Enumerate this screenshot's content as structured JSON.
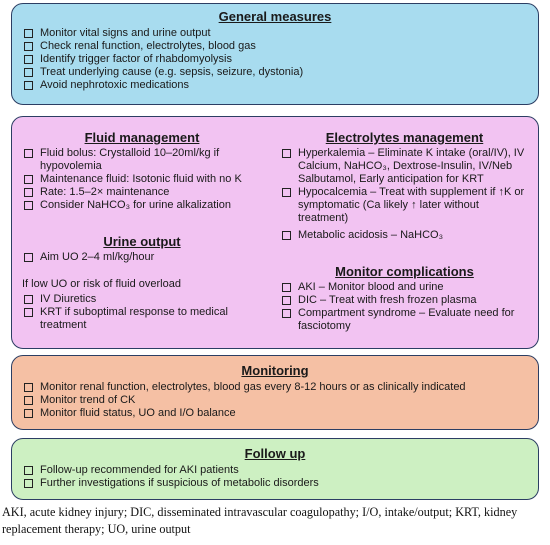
{
  "general": {
    "title": "General measures",
    "items": [
      "Monitor vital signs and urine output",
      "Check renal function, electrolytes, blood gas",
      "Identify trigger factor of rhabdomyolysis",
      "Treat underlying cause (e.g. sepsis, seizure, dystonia)",
      "Avoid nephrotoxic medications"
    ]
  },
  "fluid": {
    "title": "Fluid management",
    "items": [
      "Fluid bolus: Crystalloid 10–20ml/kg if hypovolemia",
      "Maintenance fluid: Isotonic fluid with no K",
      "Rate: 1.5–2× maintenance",
      "Consider NaHCO₃ for urine alkalization"
    ]
  },
  "urine": {
    "title": "Urine output",
    "items": [
      "Aim UO 2–4 ml/kg/hour"
    ],
    "note": "If low UO or risk of fluid overload",
    "items2": [
      "IV Diuretics",
      "KRT if suboptimal response to medical treatment"
    ]
  },
  "electrolytes": {
    "title": "Electrolytes management",
    "items": [
      "Hyperkalemia – Eliminate K intake (oral/IV), IV Calcium, NaHCO₃, Dextrose-Insulin, IV/Neb Salbutamol, Early anticipation for KRT",
      "Hypocalcemia – Treat with supplement if ↑K or symptomatic (Ca likely ↑ later without treatment)",
      "Metabolic acidosis – NaHCO₃"
    ]
  },
  "complications": {
    "title": "Monitor complications",
    "items": [
      "AKI – Monitor blood and urine",
      "DIC – Treat with fresh frozen plasma",
      "Compartment syndrome – Evaluate need for fasciotomy"
    ]
  },
  "monitoring": {
    "title": "Monitoring",
    "items": [
      "Monitor renal function, electrolytes, blood gas every 8-12 hours or as clinically indicated",
      "Monitor trend of CK",
      "Monitor fluid status, UO and I/O balance"
    ]
  },
  "followup": {
    "title": "Follow up",
    "items": [
      "Follow-up recommended for AKI patients",
      "Further investigations if suspicious of metabolic disorders"
    ]
  },
  "caption": "AKI, acute kidney injury; DIC, disseminated intravascular coagulopathy; I/O, intake/output; KRT, kidney replacement therapy; UO, urine output",
  "colors": {
    "general_bg": "#a8dcef",
    "fluid_bg": "#f2c3f2",
    "monitoring_bg": "#f5c0a4",
    "followup_bg": "#cdf0c2",
    "border": "#2c3e63"
  }
}
